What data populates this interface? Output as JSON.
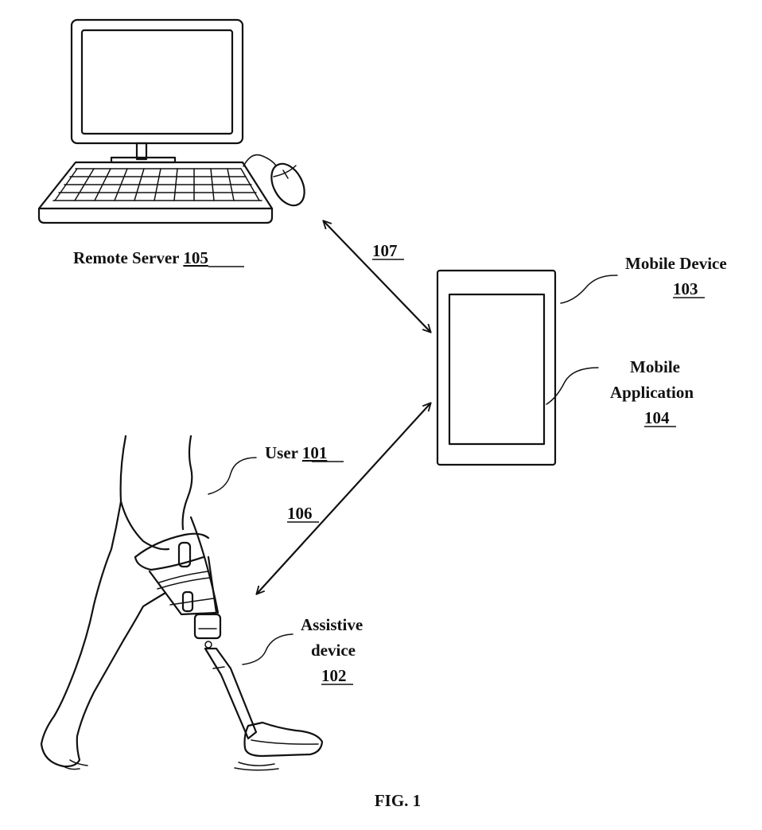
{
  "figure": {
    "caption": "FIG. 1"
  },
  "remote_server": {
    "label": "Remote Server",
    "ref": "105"
  },
  "mobile_device": {
    "label": "Mobile Device",
    "ref": "103"
  },
  "mobile_application": {
    "label_line1": "Mobile",
    "label_line2": "Application",
    "ref": "104"
  },
  "user": {
    "label": "User",
    "ref": "101"
  },
  "assistive_device": {
    "label_line1": "Assistive",
    "label_line2": "device",
    "ref": "102"
  },
  "links": {
    "server_to_mobile_ref": "107",
    "mobile_to_device_ref": "106"
  }
}
